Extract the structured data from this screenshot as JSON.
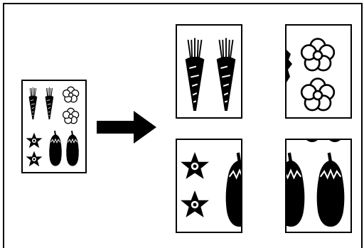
{
  "diagram": {
    "type": "one-sheet-split-into-four-pages",
    "source_sheet": {
      "contents": [
        "carrot",
        "carrot",
        "flower",
        "flower",
        "flower-star",
        "flower-star",
        "eggplant",
        "eggplant"
      ]
    },
    "arrow": {
      "direction": "right",
      "icon": "right-arrow-icon"
    },
    "output_pages": [
      {
        "contents": [
          "carrot",
          "carrot"
        ]
      },
      {
        "contents": [
          "flower",
          "flower"
        ]
      },
      {
        "contents": [
          "flower-star",
          "flower-star",
          "eggplant"
        ]
      },
      {
        "contents": [
          "eggplant",
          "eggplant"
        ]
      }
    ],
    "colors": {
      "ink": "#000000",
      "paper": "#ffffff"
    }
  }
}
